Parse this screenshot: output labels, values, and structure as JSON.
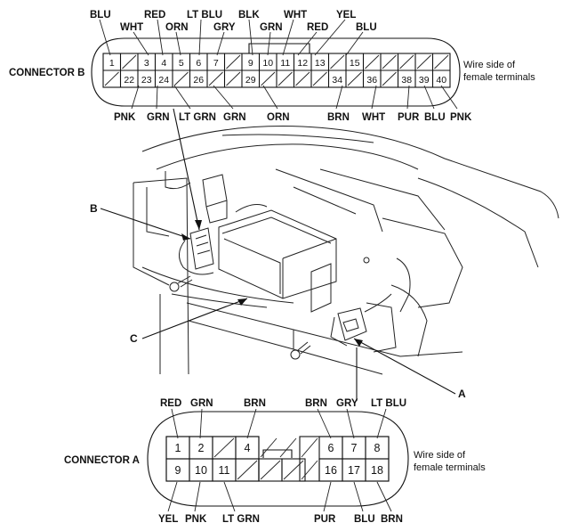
{
  "connector_b": {
    "title": "CONNECTOR B",
    "side_note": [
      "Wire side of",
      "female terminals"
    ],
    "top_row": [
      "1",
      "",
      "3",
      "4",
      "5",
      "6",
      "7",
      "",
      "9",
      "10",
      "11",
      "12",
      "13",
      "",
      "15",
      "",
      "",
      "",
      "",
      "",
      ""
    ],
    "bottom_row": [
      "",
      "22",
      "23",
      "24",
      "",
      "26",
      "",
      "",
      "29",
      "",
      "",
      "",
      "",
      "34",
      "",
      "36",
      "",
      "38",
      "39",
      "40"
    ],
    "top_wire_labels": [
      {
        "pin": "1",
        "color": "BLU"
      },
      {
        "pin": "3",
        "color": "WHT"
      },
      {
        "pin": "4",
        "color": "RED"
      },
      {
        "pin": "5",
        "color": "ORN"
      },
      {
        "pin": "6",
        "color": "LT BLU"
      },
      {
        "pin": "7",
        "color": "GRY"
      },
      {
        "pin": "9",
        "color": "BLK"
      },
      {
        "pin": "10",
        "color": "GRN"
      },
      {
        "pin": "11",
        "color": "WHT"
      },
      {
        "pin": "12",
        "color": "RED"
      },
      {
        "pin": "13",
        "color": "YEL"
      },
      {
        "pin": "15",
        "color": "BLU"
      }
    ],
    "bottom_wire_labels": [
      {
        "pin": "22",
        "color": "PNK"
      },
      {
        "pin": "23",
        "color": "GRN"
      },
      {
        "pin": "24",
        "color": "LT GRN"
      },
      {
        "pin": "26",
        "color": "GRN"
      },
      {
        "pin": "29",
        "color": "ORN"
      },
      {
        "pin": "34",
        "color": "BRN"
      },
      {
        "pin": "36",
        "color": "WHT"
      },
      {
        "pin": "38",
        "color": "PUR"
      },
      {
        "pin": "39",
        "color": "BLU"
      },
      {
        "pin": "40",
        "color": "PNK"
      }
    ]
  },
  "connector_a": {
    "title": "CONNECTOR A",
    "side_note": [
      "Wire side of",
      "female terminals"
    ],
    "top_row": [
      "1",
      "2",
      "",
      "4",
      "6",
      "7",
      "8"
    ],
    "bottom_row": [
      "9",
      "10",
      "11",
      "16",
      "17",
      "18"
    ],
    "top_wire_labels": [
      {
        "pin": "1",
        "color": "RED"
      },
      {
        "pin": "2",
        "color": "GRN"
      },
      {
        "pin": "4",
        "color": "BRN"
      },
      {
        "pin": "6",
        "color": "BRN"
      },
      {
        "pin": "7",
        "color": "GRY"
      },
      {
        "pin": "8",
        "color": "LT BLU"
      }
    ],
    "bottom_wire_labels": [
      {
        "pin": "9",
        "color": "YEL"
      },
      {
        "pin": "10",
        "color": "PNK"
      },
      {
        "pin": "11",
        "color": "LT GRN"
      },
      {
        "pin": "16",
        "color": "PUR"
      },
      {
        "pin": "17",
        "color": "BLU"
      },
      {
        "pin": "18",
        "color": "BRN"
      }
    ]
  },
  "callouts": {
    "a": "A",
    "b": "B",
    "c": "C"
  }
}
